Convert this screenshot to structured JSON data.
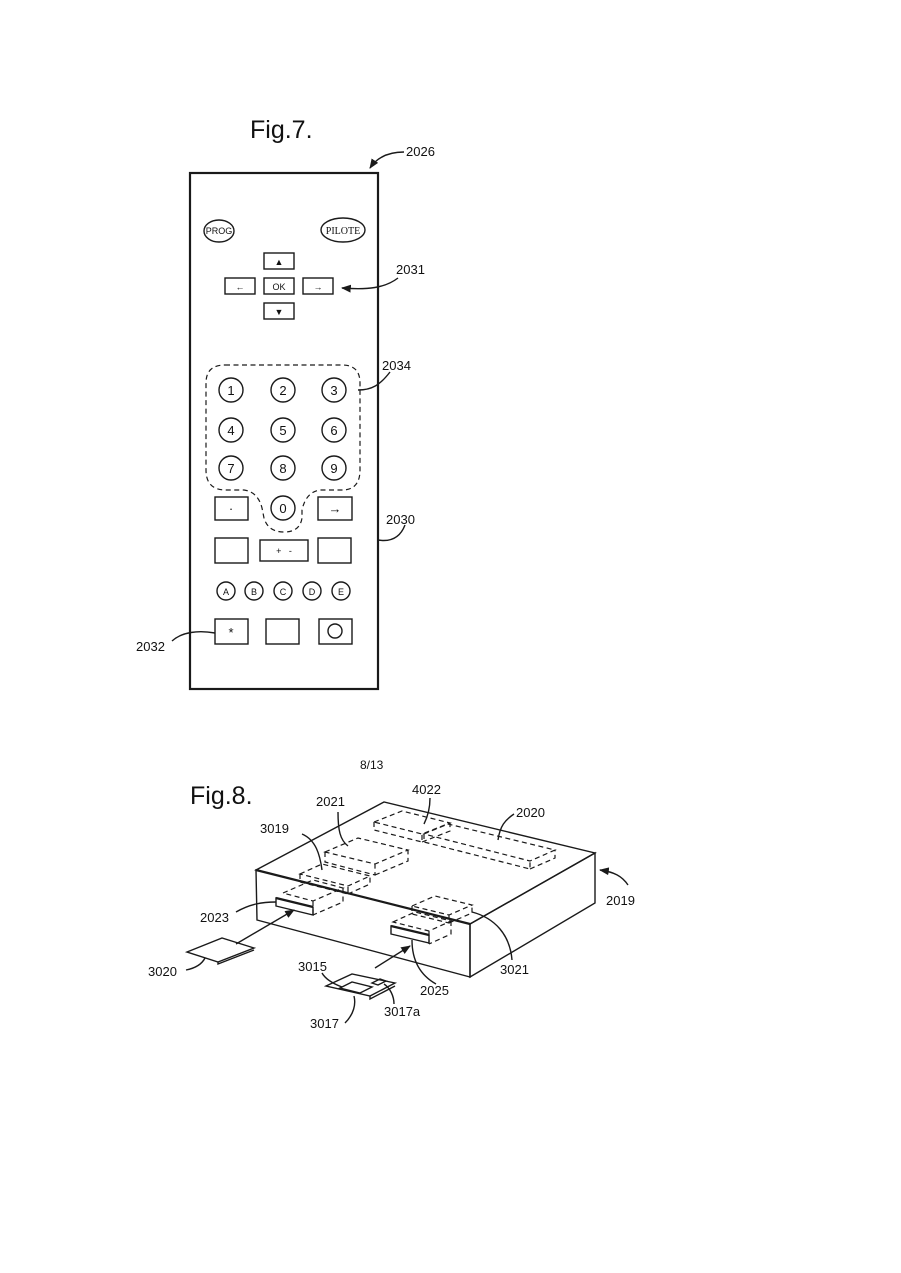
{
  "sheet_number": "8/13",
  "fig7": {
    "title": "Fig.7.",
    "buttons": {
      "prog": "PROG",
      "pilote": "PILOTE",
      "ok": "OK",
      "up": "▲",
      "down": "▼",
      "left": "←",
      "right": "→",
      "digits": [
        "1",
        "2",
        "3",
        "4",
        "5",
        "6",
        "7",
        "8",
        "9",
        "0"
      ],
      "dot": "·",
      "arrow_key": "→",
      "plus_minus": "+   -",
      "letters": [
        "A",
        "B",
        "C",
        "D",
        "E"
      ],
      "star": "*"
    },
    "refs": {
      "remote": "2026",
      "nav": "2031",
      "keypad": "2034",
      "body": "2030",
      "star_key": "2032"
    }
  },
  "fig8": {
    "title": "Fig.8.",
    "refs": {
      "r4022": "4022",
      "r2021": "2021",
      "r2020": "2020",
      "r3019": "3019",
      "r2019": "2019",
      "r2023": "2023",
      "r3020": "3020",
      "r3015": "3015",
      "r2025": "2025",
      "r3021": "3021",
      "r3017": "3017",
      "r3017a": "3017a"
    }
  }
}
